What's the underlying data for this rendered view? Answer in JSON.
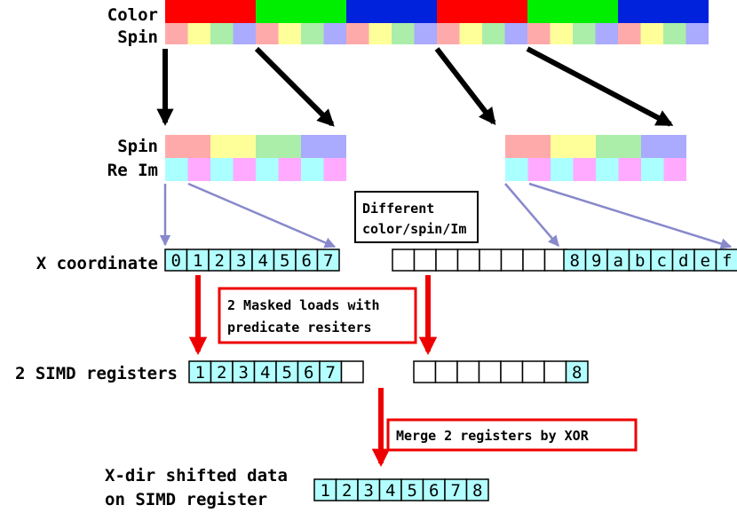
{
  "labels": {
    "color": "Color",
    "spin_top": "Spin",
    "spin_mid": "Spin",
    "reim": "Re Im",
    "x_coordinate": "X coordinate",
    "simd_registers": "2 SIMD registers",
    "shifted_line1": "X-dir shifted data",
    "shifted_line2": "on SIMD register"
  },
  "boxes": {
    "different_line1": "Different",
    "different_line2": "color/spin/Im",
    "masked_line1": "2 Masked loads with",
    "masked_line2": "predicate resiters",
    "merge": "Merge 2 registers by XOR"
  },
  "registers": {
    "x_left": [
      "0",
      "1",
      "2",
      "3",
      "4",
      "5",
      "6",
      "7"
    ],
    "x_right_empty": [
      "",
      "",
      "",
      "",
      "",
      "",
      "",
      ""
    ],
    "x_right": [
      "8",
      "9",
      "a",
      "b",
      "c",
      "d",
      "e",
      "f"
    ],
    "simd_left": [
      "1",
      "2",
      "3",
      "4",
      "5",
      "6",
      "7",
      ""
    ],
    "simd_right": [
      "",
      "",
      "",
      "",
      "",
      "",
      "",
      "8"
    ],
    "shifted": [
      "1",
      "2",
      "3",
      "4",
      "5",
      "6",
      "7",
      "8"
    ]
  },
  "colors": {
    "red": "#ff0000",
    "green": "#00ee00",
    "blue": "#0022dd",
    "spin_pink": "#ffaaaa",
    "spin_yellow": "#ffff99",
    "spin_green": "#aaeeaa",
    "spin_purple": "#aaaaff",
    "re_cyan": "#aaffff",
    "im_magenta": "#ffaaff",
    "register_fill": "#b3ffff",
    "arrow_red": "#ee0000",
    "arrow_purple": "#8888cc"
  }
}
